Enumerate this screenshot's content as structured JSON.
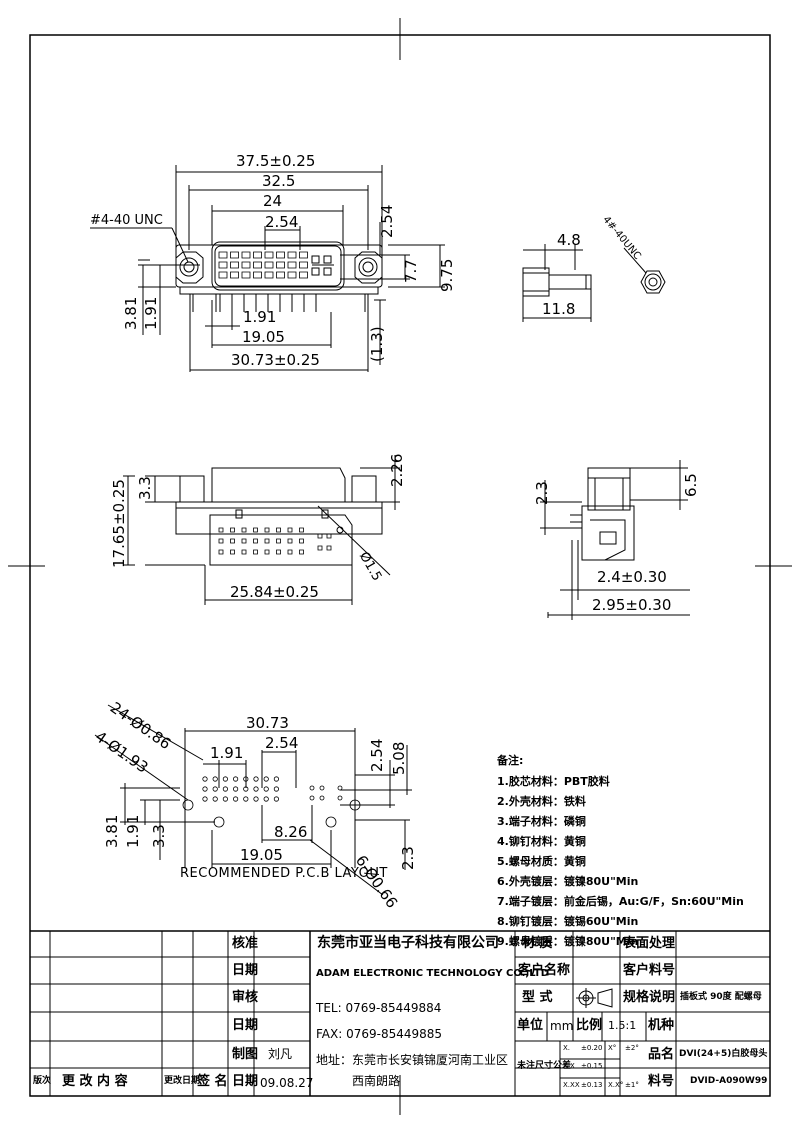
{
  "top_view": {
    "dims": {
      "overall": "37.5±0.25",
      "screw_pitch": "32.5",
      "body_width": "24",
      "pin_pitch": "2.54",
      "pin_pitch_v": "2.54",
      "inner_h": "7.7",
      "outer_h": "9.75",
      "h381": "3.81",
      "h191": "1.91",
      "pitch191": "1.91",
      "span1905": "19.05",
      "span3073": "30.73±0.25",
      "tail13": "(1.3)"
    },
    "thread_label": "#4-40 UNC"
  },
  "nut_view": {
    "dims": {
      "d48": "4.8",
      "d118": "11.8"
    },
    "thread_label": "4#-40UNC"
  },
  "front_view": {
    "dims": {
      "h1765": "17.65±0.25",
      "h33": "3.3",
      "h226": "2.26",
      "w2584": "25.84±0.25",
      "dia15": "Ø1.5"
    }
  },
  "side_view": {
    "dims": {
      "h23": "2.3",
      "h65": "6.5",
      "d240": "2.4±0.30",
      "d295": "2.95±0.30"
    }
  },
  "pcb_layout": {
    "title": "RECOMMENDED P.C.B LAYOUT",
    "dims": {
      "holes24": "24-Ø0.86",
      "holes4": "4-Ø1.93",
      "holes6": "6-Ø0.66",
      "w3073": "30.73",
      "p191": "1.91",
      "p254": "2.54",
      "v254": "2.54",
      "v508": "5.08",
      "h381": "3.81",
      "h191": "1.91",
      "h33": "3.3",
      "w826": "8.26",
      "w1905": "19.05",
      "v23": "2.3"
    }
  },
  "notes": {
    "heading": "备注:",
    "items": [
      "1.胶芯材料：PBT胶料",
      "2.外壳材料：铁料",
      "3.端子材料：磷铜",
      "4.铆钉材料：黄铜",
      "5.螺母材质：黄铜",
      "6.外壳镀层：镀镍80U\"Min",
      "7.端子镀层：前金后锡，Au:G/F，Sn:60U\"Min",
      "8.铆钉镀层：镀锡60U\"Min",
      "9.螺母镀层：镀镍80U\"Min"
    ]
  },
  "title_block": {
    "company_cn": "东莞市亚当电子科技有限公司",
    "company_en": "ADAM ELECTRONIC TECHNOLOGY CO.,LTD",
    "tel": "TEL:  0769-85449884",
    "fax": "FAX:  0769-85449885",
    "address_label": "地址：",
    "address_line1": "东莞市长安镇锦厦河南工业区",
    "address_line2": "西南朗路",
    "rev_labels": {
      "version": "版次",
      "change": "更  改  内  容",
      "date": "更改日期",
      "sign": "签 名",
      "date2": "日期"
    },
    "labels": {
      "approve": "核准",
      "date_a": "日期",
      "review": "审核",
      "date_b": "日期",
      "drawn": "制图",
      "material": "材  质",
      "customer": "客户名称",
      "model": "型  式",
      "unit": "单位",
      "scale": "比例",
      "tol_label": "未注尺寸公差",
      "surface": "表面处理",
      "cust_part": "客户料号",
      "spec": "规格说明",
      "machine": "机种",
      "product": "品名",
      "part_no": "料号"
    },
    "values": {
      "drawn_by": "刘凡",
      "drawn_date": "09.08.27",
      "unit": "mm",
      "scale": "1.5:1",
      "spec": "插板式 90度 配螺母",
      "product": "DVI(24+5)白胶母头",
      "part_no": "DVID-A090W99"
    },
    "tolerances": [
      {
        "fmt": "X.",
        "lin": "±0.20",
        "ang_fmt": "X°",
        "ang": "±2°"
      },
      {
        "fmt": "X.X",
        "lin": "±0.15",
        "ang_fmt": "",
        "ang": ""
      },
      {
        "fmt": "X.XX",
        "lin": "±0.13",
        "ang_fmt": "X.X°",
        "ang": "±1°"
      }
    ]
  }
}
